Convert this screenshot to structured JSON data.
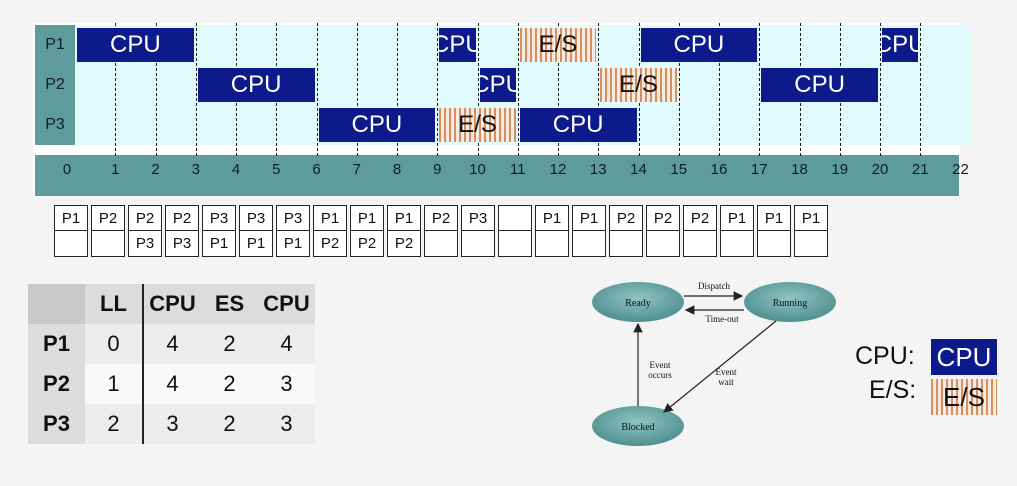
{
  "gantt": {
    "rows": [
      "P1",
      "P2",
      "P3"
    ],
    "ticks": [
      "0",
      "1",
      "2",
      "3",
      "4",
      "5",
      "6",
      "7",
      "8",
      "9",
      "10",
      "11",
      "12",
      "13",
      "14",
      "15",
      "16",
      "17",
      "18",
      "19",
      "20",
      "21",
      "22"
    ],
    "bars": [
      {
        "row": 0,
        "start": 0,
        "end": 3,
        "kind": "cpu",
        "label": "CPU"
      },
      {
        "row": 0,
        "start": 9,
        "end": 10,
        "kind": "cpu",
        "label": "CPU"
      },
      {
        "row": 0,
        "start": 11,
        "end": 13,
        "kind": "es",
        "label": "E/S"
      },
      {
        "row": 0,
        "start": 14,
        "end": 17,
        "kind": "cpu",
        "label": "CPU"
      },
      {
        "row": 0,
        "start": 20,
        "end": 21,
        "kind": "cpu",
        "label": "CPU"
      },
      {
        "row": 1,
        "start": 3,
        "end": 6,
        "kind": "cpu",
        "label": "CPU"
      },
      {
        "row": 1,
        "start": 10,
        "end": 11,
        "kind": "cpu",
        "label": "CPU"
      },
      {
        "row": 1,
        "start": 13,
        "end": 15,
        "kind": "es",
        "label": "E/S"
      },
      {
        "row": 1,
        "start": 17,
        "end": 20,
        "kind": "cpu",
        "label": "CPU"
      },
      {
        "row": 2,
        "start": 6,
        "end": 9,
        "kind": "cpu",
        "label": "CPU"
      },
      {
        "row": 2,
        "start": 9,
        "end": 11,
        "kind": "es",
        "label": "E/S"
      },
      {
        "row": 2,
        "start": 11,
        "end": 14,
        "kind": "cpu",
        "label": "CPU"
      }
    ]
  },
  "queue": [
    [
      "P1",
      ""
    ],
    [
      "P2",
      ""
    ],
    [
      "P2",
      "P3"
    ],
    [
      "P2",
      "P3"
    ],
    [
      "P3",
      "P1"
    ],
    [
      "P3",
      "P1"
    ],
    [
      "P3",
      "P1"
    ],
    [
      "P1",
      "P2"
    ],
    [
      "P1",
      "P2"
    ],
    [
      "P1",
      "P2"
    ],
    [
      "P2",
      ""
    ],
    [
      "P3",
      ""
    ],
    [
      "",
      ""
    ],
    [
      "P1",
      ""
    ],
    [
      "P1",
      ""
    ],
    [
      "P2",
      ""
    ],
    [
      "P2",
      ""
    ],
    [
      "P2",
      ""
    ],
    [
      "P1",
      ""
    ],
    [
      "P1",
      ""
    ],
    [
      "P1",
      ""
    ]
  ],
  "process_table": {
    "headers": [
      "",
      "LL",
      "CPU",
      "ES",
      "CPU"
    ],
    "rows": [
      [
        "P1",
        "0",
        "4",
        "2",
        "4"
      ],
      [
        "P2",
        "1",
        "4",
        "2",
        "3"
      ],
      [
        "P3",
        "2",
        "3",
        "2",
        "3"
      ]
    ]
  },
  "state_diagram": {
    "ready": "Ready",
    "running": "Running",
    "blocked": "Blocked",
    "dispatch": "Dispatch",
    "timeout": "Time-out",
    "event_occurs_1": "Event",
    "event_occurs_2": "occurs",
    "event_wait_1": "Event",
    "event_wait_2": "wait"
  },
  "legend": {
    "cpu_label": "CPU:",
    "cpu_box": "CPU",
    "es_label": "E/S:",
    "es_box": "E/S"
  },
  "colors": {
    "cpu": "#0c1a8c",
    "axis": "#5e9c9c",
    "lane": "#e1fafc",
    "es_stripe": "#d98e5e",
    "node": "#5e9c9c"
  }
}
